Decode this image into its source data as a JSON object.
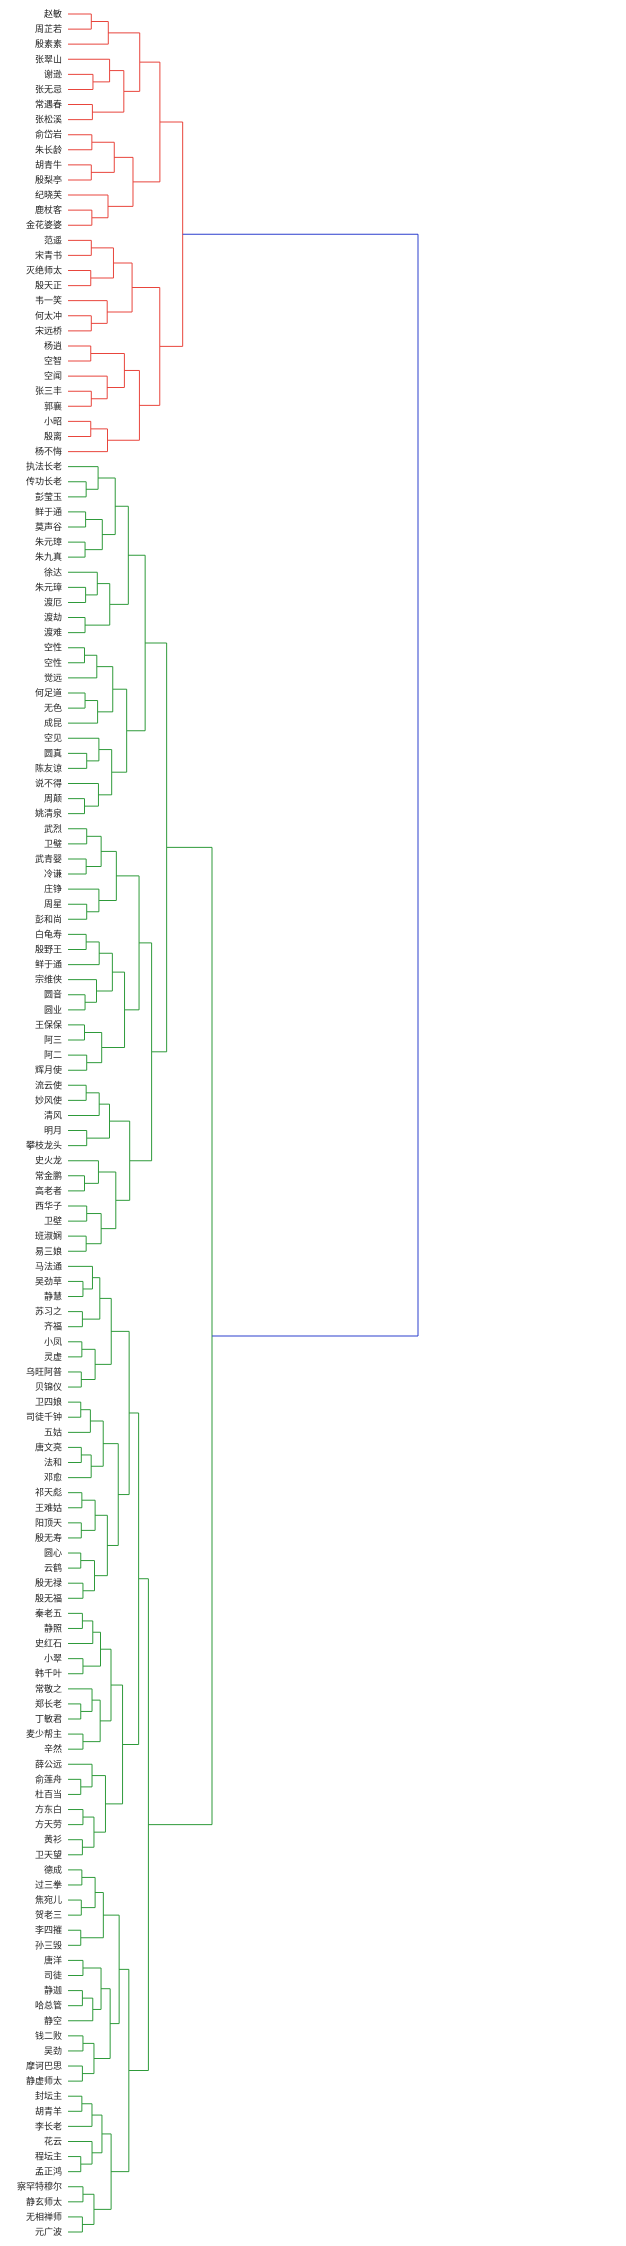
{
  "colors": {
    "red_cluster": "#e8453c",
    "green_cluster": "#2e9a3a",
    "root_link": "#2b3fce",
    "label_text": "#222222"
  },
  "chart_data": {
    "type": "dendrogram",
    "orientation": "left",
    "title": "",
    "xlabel": "",
    "ylabel": "",
    "color_threshold_note_clusters": [
      "red",
      "green"
    ],
    "leaves": [
      "赵敏",
      "周芷若",
      "殷素素",
      "张翠山",
      "谢逊",
      "张无忌",
      "常遇春",
      "张松溪",
      "俞岱岩",
      "朱长龄",
      "胡青牛",
      "殷梨亭",
      "纪晓芙",
      "鹿杖客",
      "金花婆婆",
      "范遥",
      "宋青书",
      "灭绝师太",
      "殷天正",
      "韦一笑",
      "何太冲",
      "宋远桥",
      "杨逍",
      "空智",
      "空闻",
      "张三丰",
      "郭襄",
      "小昭",
      "殷离",
      "杨不悔",
      "执法长老",
      "传功长老",
      "彭莹玉",
      "鲜于通",
      "莫声谷",
      "朱元璋",
      "朱九真",
      "徐达",
      "朱元璋",
      "渡厄",
      "渡劫",
      "渡难",
      "空性",
      "空性",
      "觉远",
      "何足道",
      "无色",
      "成昆",
      "空见",
      "圆真",
      "陈友谅",
      "说不得",
      "周颠",
      "姚清泉",
      "武烈",
      "卫璧",
      "武青婴",
      "冷谦",
      "庄铮",
      "周星",
      "彭和尚",
      "白龟寿",
      "殷野王",
      "鲜于通",
      "宗维侠",
      "圆音",
      "圆业",
      "王保保",
      "阿三",
      "阿二",
      "辉月使",
      "流云使",
      "妙风使",
      "清风",
      "明月",
      "攀枝龙头",
      "史火龙",
      "常金鹏",
      "高老者",
      "西华子",
      "卫壁",
      "班淑娴",
      "易三娘",
      "马法通",
      "吴劲草",
      "静慧",
      "苏习之",
      "齐福",
      "小凤",
      "灵虚",
      "乌旺阿普",
      "贝锦仪",
      "卫四娘",
      "司徒千钟",
      "五姑",
      "唐文亮",
      "法和",
      "邓愈",
      "祁天彪",
      "王难姑",
      "阳顶天",
      "殷无寿",
      "圆心",
      "云鹤",
      "殷无禄",
      "殷无福",
      "秦老五",
      "静照",
      "史红石",
      "小翠",
      "韩千叶",
      "常敬之",
      "郑长老",
      "丁敏君",
      "麦少帮主",
      "辛然",
      "薛公远",
      "俞莲舟",
      "杜百当",
      "方东白",
      "方天劳",
      "黄衫",
      "卫天望",
      "德成",
      "过三拳",
      "焦宛儿",
      "贺老三",
      "李四摧",
      "孙三毁",
      "唐洋",
      "司徒",
      "静迦",
      "哈总管",
      "静空",
      "钱二败",
      "吴劲",
      "摩诃巴思",
      "静虚师太",
      "封坛主",
      "胡青羊",
      "李长老",
      "花云",
      "程坛主",
      "孟正鸿",
      "察罕特穆尔",
      "静玄师太",
      "无相禅师",
      "元广波"
    ],
    "clusters": [
      {
        "name": "",
        "color_key": "red",
        "leaf_count": 30
      },
      {
        "name": "",
        "color_key": "green",
        "leaf_count": 118
      }
    ]
  }
}
